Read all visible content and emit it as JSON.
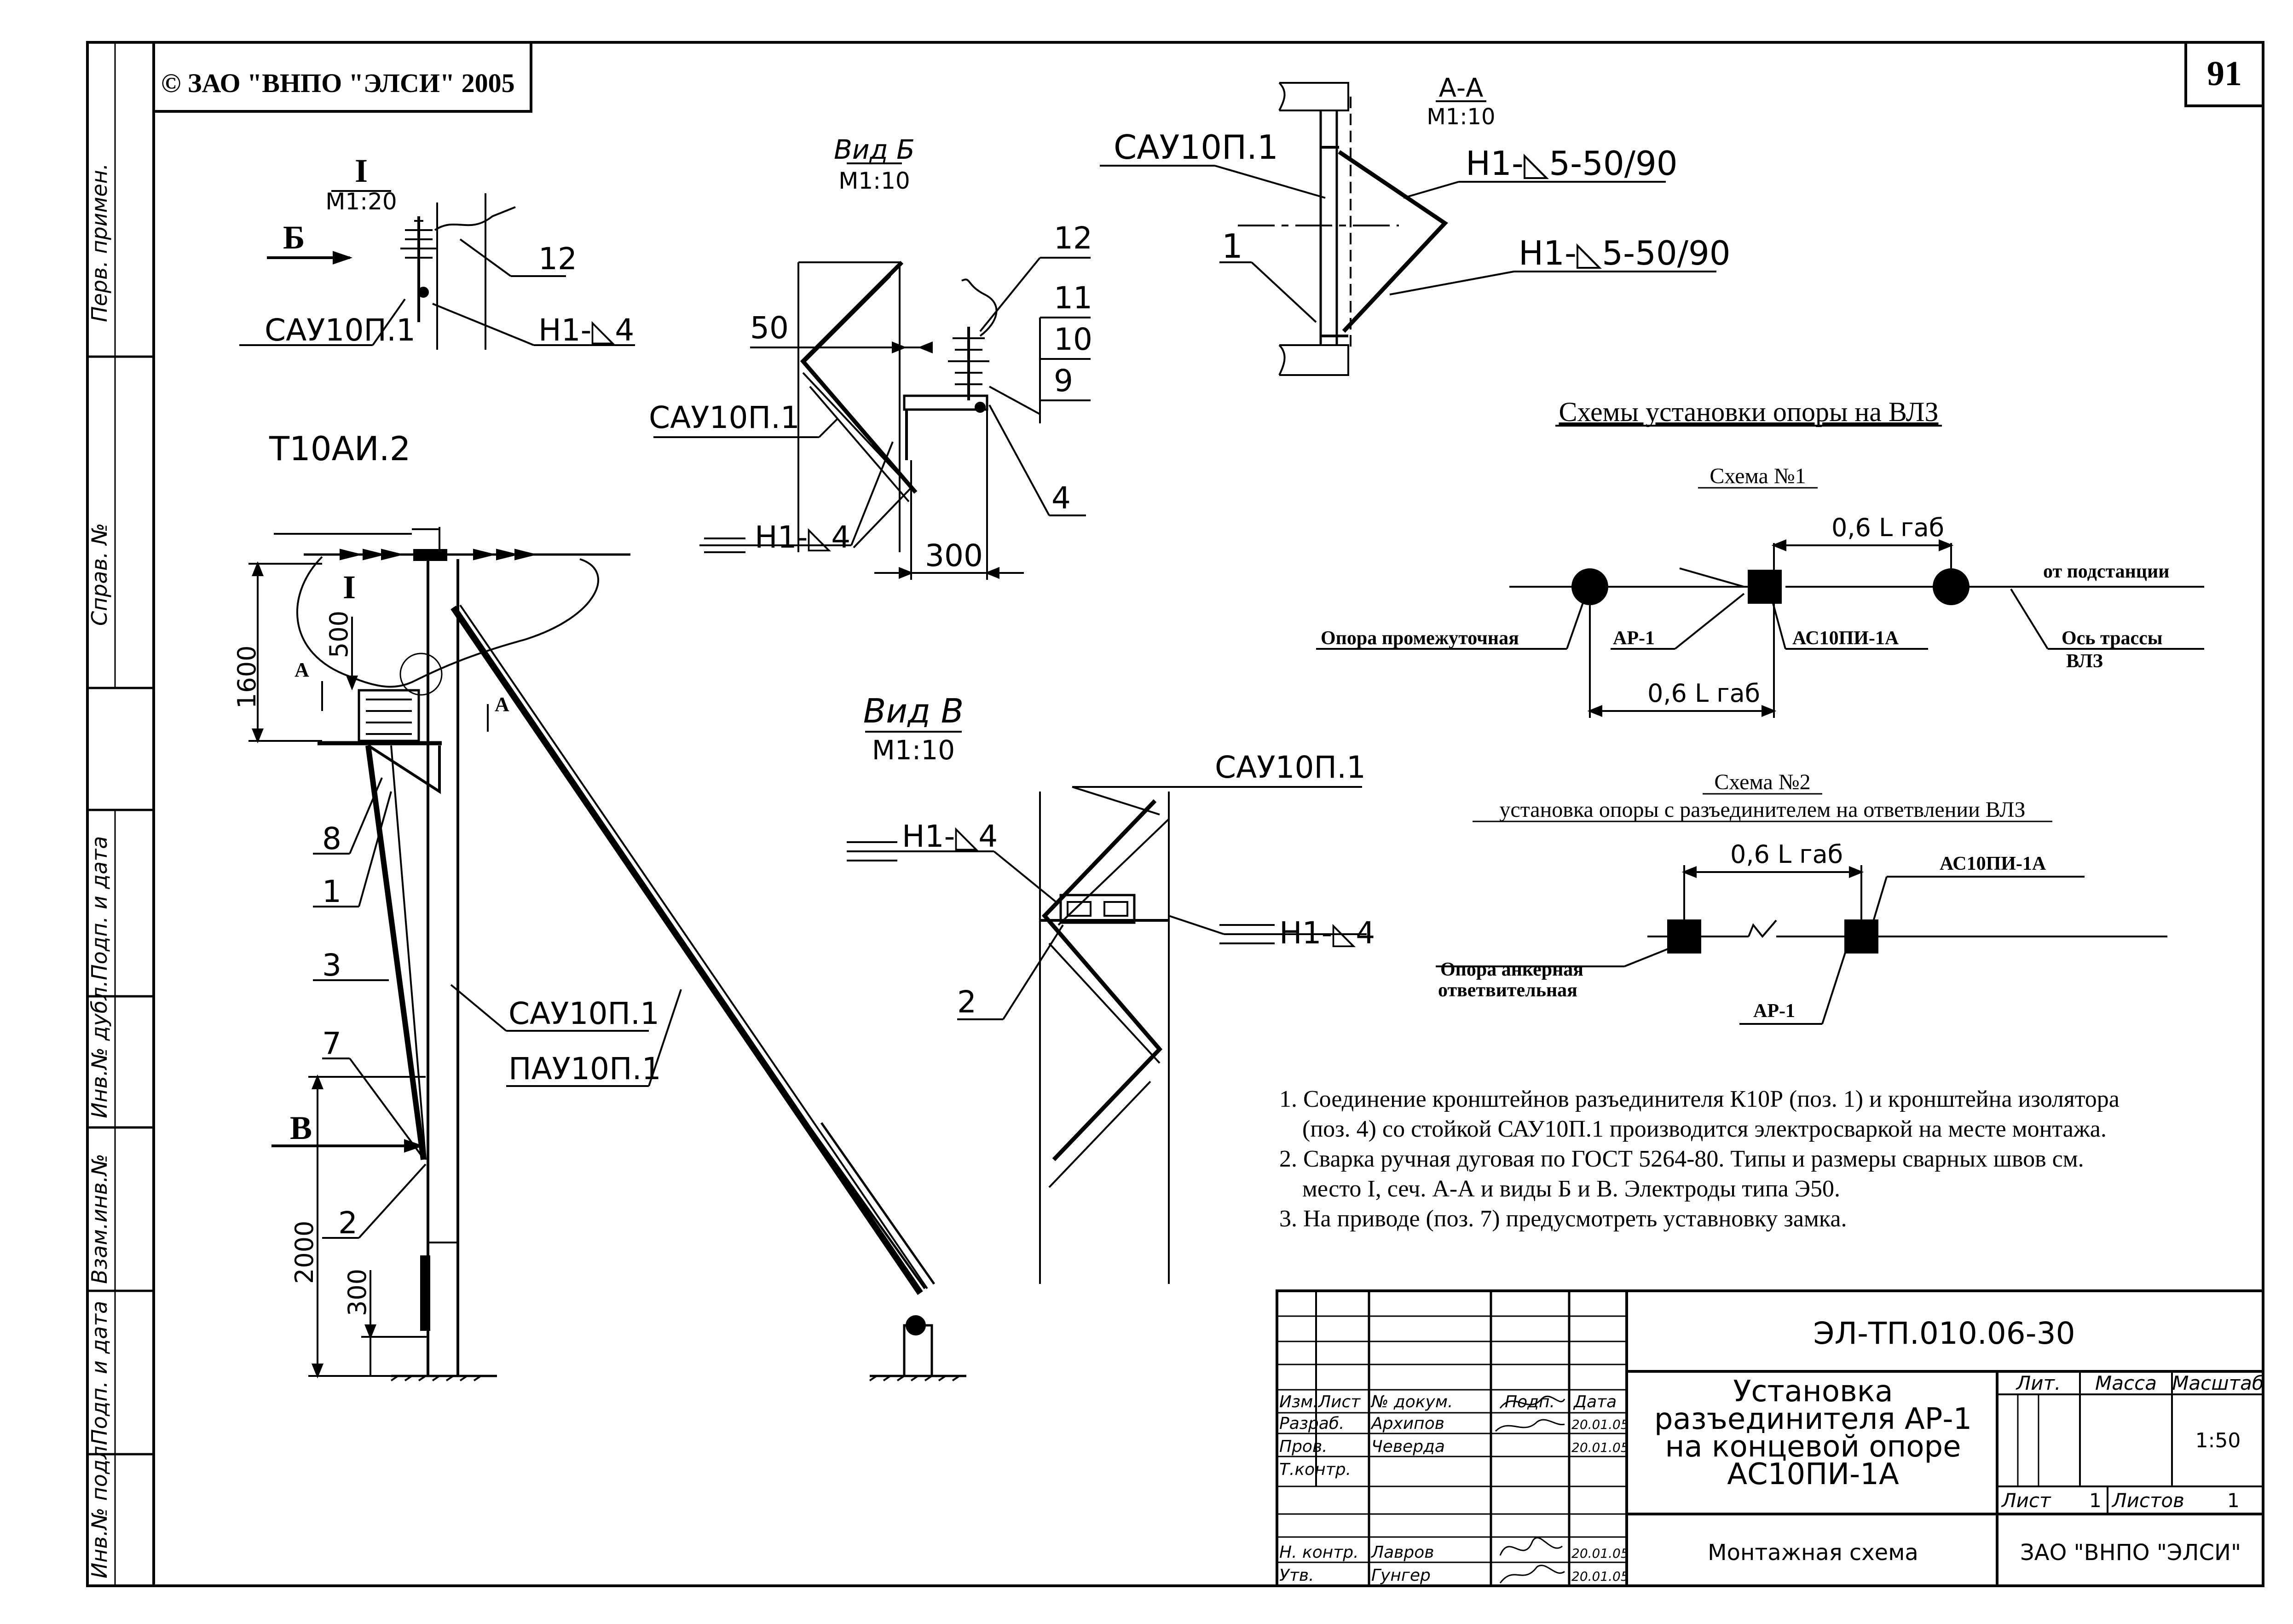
{
  "copyright": "© ЗАО \"ВНПО \"ЭЛСИ\" 2005",
  "page_number": "91",
  "side_stamp": [
    "Перв. примен.",
    "Справ. №",
    "Подп. и дата",
    "Инв.№ дубл.",
    "Взам.инв.№",
    "Подп. и дата",
    "Инв.№ подл."
  ],
  "view_I": {
    "title": "I",
    "scale": "М1:20",
    "arrow": "Б",
    "labels": [
      "12",
      "САУ10П.1",
      "Н1-◺4"
    ]
  },
  "view_B": {
    "title": "Вид Б",
    "scale": "М1:10",
    "dim": "50",
    "dim2": "300",
    "labels": [
      "12",
      "11",
      "10",
      "9",
      "САУ10П.1",
      "4",
      "Н1-◺4"
    ]
  },
  "section_AA": {
    "title": "А-А",
    "scale": "М1:10",
    "labels": [
      "САУ10П.1",
      "1",
      "Н1-◺5-50/90",
      "Н1-◺5-50/90"
    ]
  },
  "main_view": {
    "top_label": "Т10АИ.2",
    "dims": [
      "1600",
      "500",
      "2000",
      "300"
    ],
    "markers": [
      "I",
      "А",
      "А",
      "В"
    ],
    "labels": [
      "8",
      "1",
      "3",
      "7",
      "2",
      "САУ10П.1",
      "ПАУ10П.1"
    ]
  },
  "view_V": {
    "title": "Вид В",
    "scale": "М1:10",
    "labels": [
      "САУ10П.1",
      "Н1-◺4",
      "Н1-◺4",
      "2"
    ]
  },
  "schemes": {
    "title": "Схемы установки опоры на ВЛЗ",
    "scheme1": {
      "title": "Схема №1",
      "dim": "0,6 L габ",
      "dim2": "0,6 L габ",
      "labels": [
        "от подстанции",
        "Опора промежуточная",
        "АР-1",
        "АС10ПИ-1А",
        "Ось трассы",
        "ВЛЗ"
      ]
    },
    "scheme2": {
      "title": "Схема №2",
      "subtitle": "установка опоры с разъединителем на ответвлении ВЛЗ",
      "dim": "0,6 L габ",
      "labels": [
        "АС10ПИ-1А",
        "Опора анкерная",
        "ответвительная",
        "АР-1"
      ]
    }
  },
  "notes": [
    "1. Соединение кронштейнов разъединителя К10Р (поз. 1)  и кронштейна изолятора",
    "(поз. 4) со стойкой САУ10П.1 производится электросваркой на месте монтажа.",
    "2. Сварка ручная дуговая по ГОСТ 5264-80. Типы и размеры сварных швов см.",
    "место I, сеч. А-А и виды Б и В. Электроды типа Э50.",
    "3. На приводе (поз. 7) предусмотреть уставновку замка."
  ],
  "title_block": {
    "doc_code": "ЭЛ-ТП.010.06-30",
    "title_lines": [
      "Установка",
      "разъединителя АР-1",
      "на концевой опоре",
      "АС10ПИ-1А"
    ],
    "subtitle": "Монтажная схема",
    "company": "ЗАО \"ВНПО \"ЭЛСИ\"",
    "headers": {
      "izm": "Изм.",
      "list": "Лист",
      "doc": "№ докум.",
      "sign": "Подп.",
      "date": "Дата",
      "lit": "Лит.",
      "mass": "Масса",
      "scale": "Масштаб"
    },
    "scale": "1:50",
    "sheet_label": "Лист",
    "sheet_no": "1",
    "sheets_label": "Листов",
    "sheets_no": "1",
    "roles": [
      {
        "role": "Разраб.",
        "name": "Архипов",
        "date": "20.01.05"
      },
      {
        "role": "Пров.",
        "name": "Чеверда",
        "date": "20.01.05"
      },
      {
        "role": "Т.контр.",
        "name": "",
        "date": ""
      },
      {
        "role": "",
        "name": "",
        "date": ""
      },
      {
        "role": "Н. контр.",
        "name": "Лавров",
        "date": "20.01.05"
      },
      {
        "role": "Утв.",
        "name": "Гунгер",
        "date": "20.01.05"
      }
    ]
  }
}
